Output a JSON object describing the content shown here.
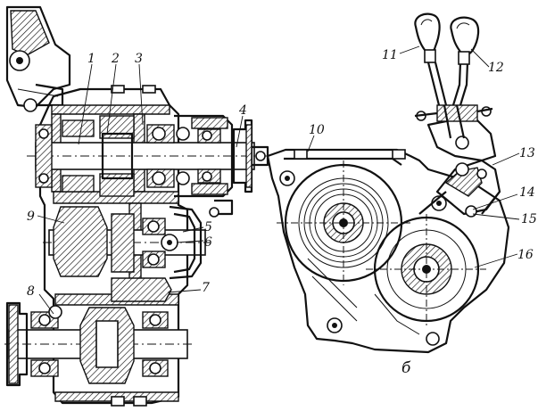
{
  "diagram": {
    "left_view": {
      "callouts": [
        "1",
        "2",
        "3",
        "4",
        "5",
        "6",
        "7",
        "8",
        "9"
      ]
    },
    "right_view": {
      "label": "б",
      "callouts": [
        "10",
        "11",
        "12",
        "13",
        "14",
        "15",
        "16"
      ]
    }
  }
}
